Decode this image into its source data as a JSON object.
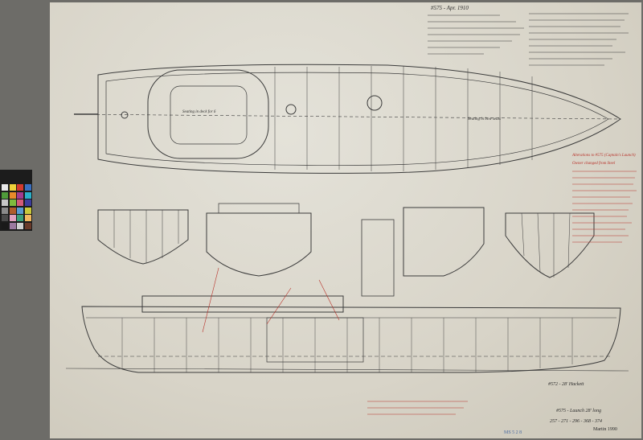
{
  "sheet": {
    "top_ref": "#575 - Apr. 1910",
    "plan_note": "Seating in deck for 6",
    "bow_note": "Seating in bow seats",
    "red_note_title": "Alterations to #575 (Captain's Launch)",
    "red_note_line": "Owner changed from Steel",
    "bottom_ref_a": "#572 - 28' Hackett",
    "bottom_ref_b": "#575 - Launch 28' long",
    "bottom_ref_c": "257 - 271 - 296 - 368 - 374",
    "stamp": "Martin 1990",
    "catalog": "MS 5 2 8"
  },
  "colors": {
    "paper": "#dcd9cf",
    "ink": "#2a2a2a",
    "red_ink": "#b8322a",
    "background": "#6d6c68"
  },
  "color_checker": [
    "#e9e9e9",
    "#f0d23a",
    "#d33a2f",
    "#3a6fbf",
    "#4f9b3a",
    "#e88a2a",
    "#a23a8f",
    "#2ab0c9",
    "#c8c8c8",
    "#7fba3e",
    "#d25b7a",
    "#3c3c9c",
    "#8a8a8a",
    "#b05c2c",
    "#5a9ad0",
    "#c9c93a",
    "#4a4a4a",
    "#e2a2c0",
    "#3aa07a",
    "#f2b860",
    "#1a1a1a",
    "#9c7aa0",
    "#d0d0d0",
    "#6a3a2a"
  ]
}
